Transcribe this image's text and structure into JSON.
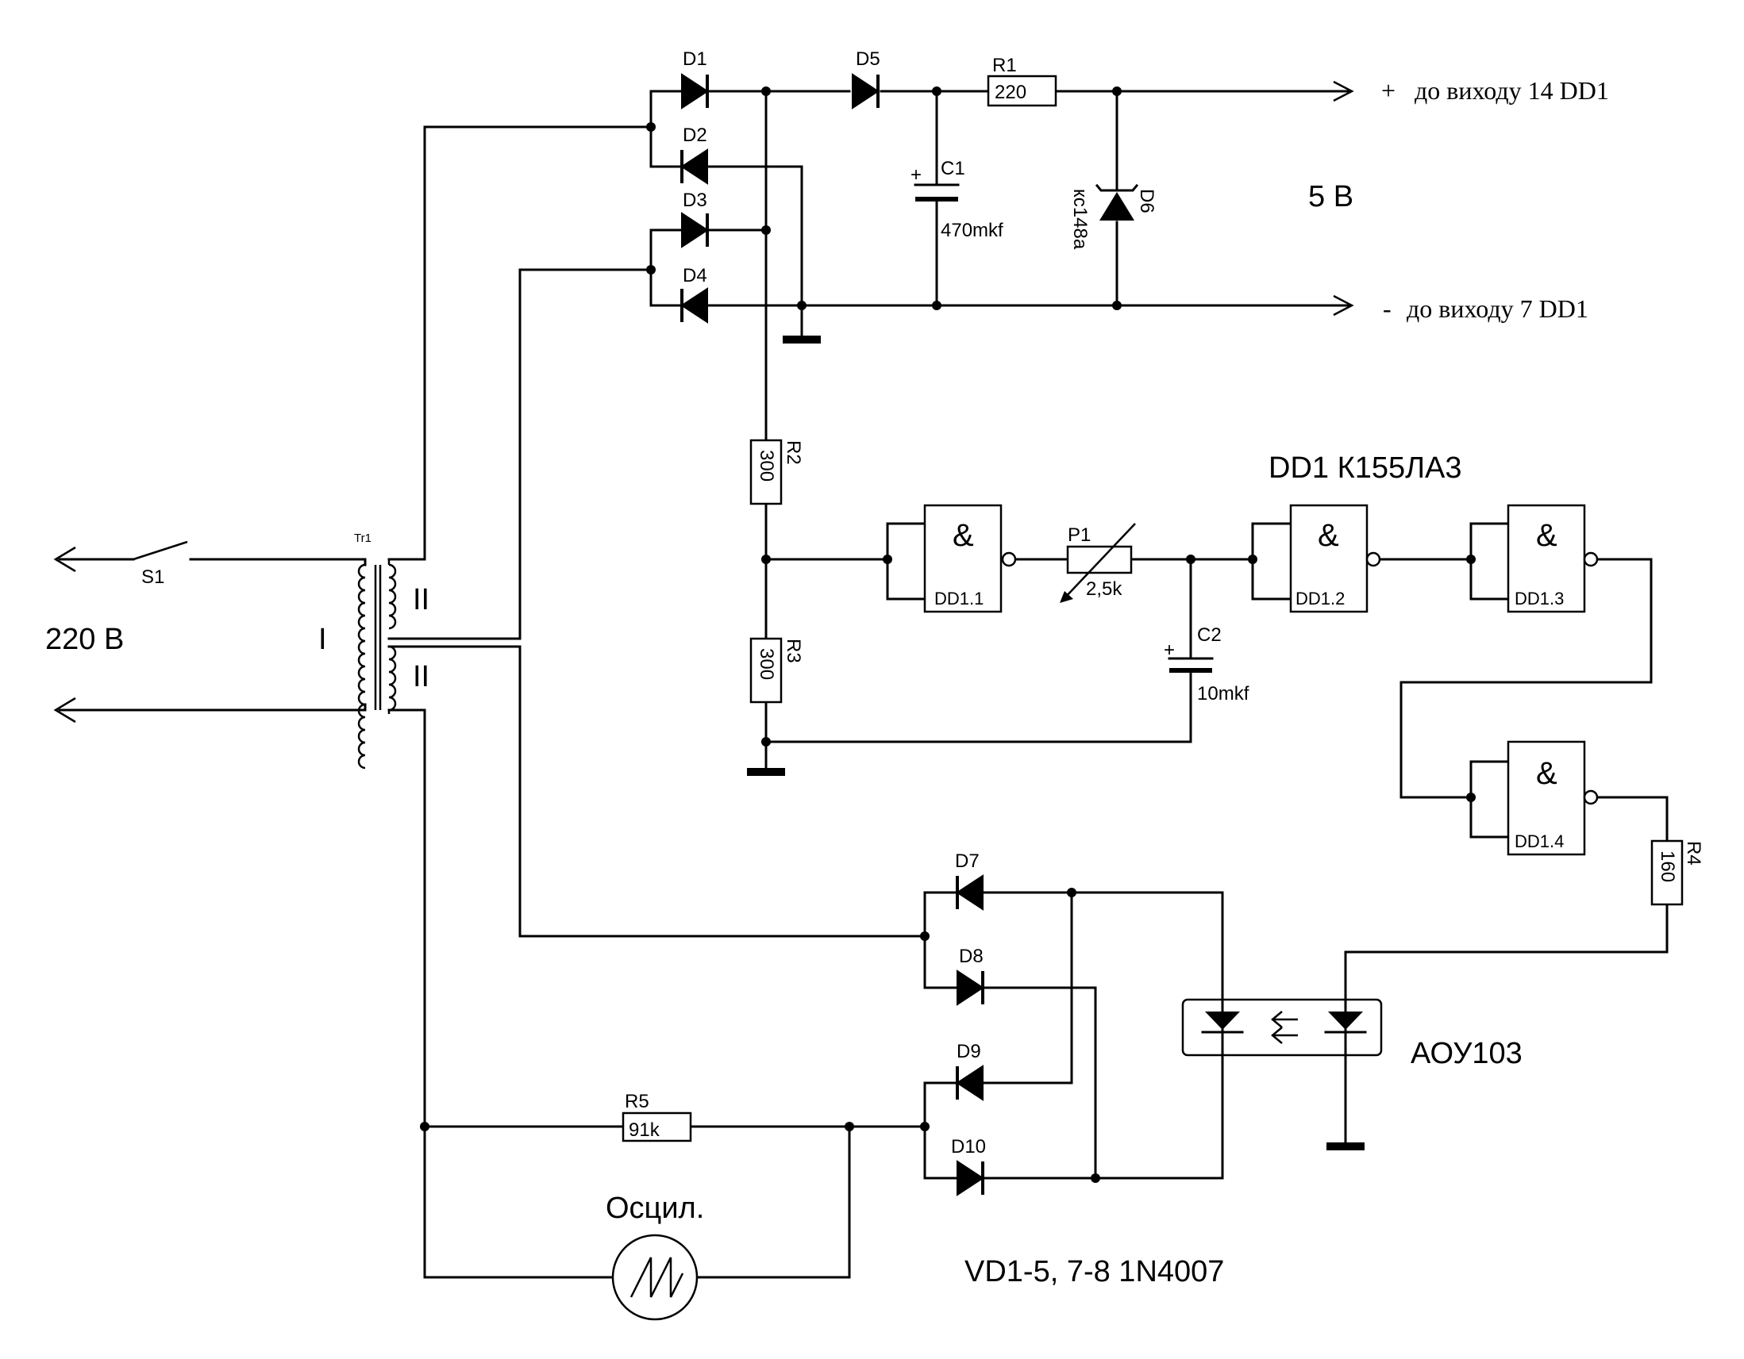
{
  "labels": {
    "d1": "D1",
    "d2": "D2",
    "d3": "D3",
    "d4": "D4",
    "d5": "D5",
    "d6": "D6",
    "d6_type": "кс148а",
    "d7": "D7",
    "d8": "D8",
    "d9": "D9",
    "d10": "D10",
    "r1": "R1",
    "r1_val": "220",
    "r2": "R2",
    "r2_val": "300",
    "r3": "R3",
    "r3_val": "300",
    "r4": "R4",
    "r4_val": "160",
    "r5": "R5",
    "r5_val": "91k",
    "c1": "C1",
    "c1_val": "470mkf",
    "c2": "C2",
    "c2_val": "10mkf",
    "p1": "P1",
    "p1_val": "2,5k",
    "tr1": "Tr1",
    "s1": "S1",
    "primary": "I",
    "secondary_top": "II",
    "secondary_bottom": "II",
    "mains": "220 В",
    "voltage": "5 В",
    "plus_sign": "+",
    "plus_out": "до виходу 14 DD1",
    "minus_sign": "-",
    "minus_out": "до виходу 7 DD1",
    "ic_title": "DD1 К155ЛА3",
    "gate_symbol": "&",
    "gate1": "DD1.1",
    "gate2": "DD1.2",
    "gate3": "DD1.3",
    "gate4": "DD1.4",
    "optocoupler": "АОУ103",
    "scope": "Осцил.",
    "diode_note": "VD1-5, 7-8  1N4007",
    "cap_plus": "+"
  }
}
